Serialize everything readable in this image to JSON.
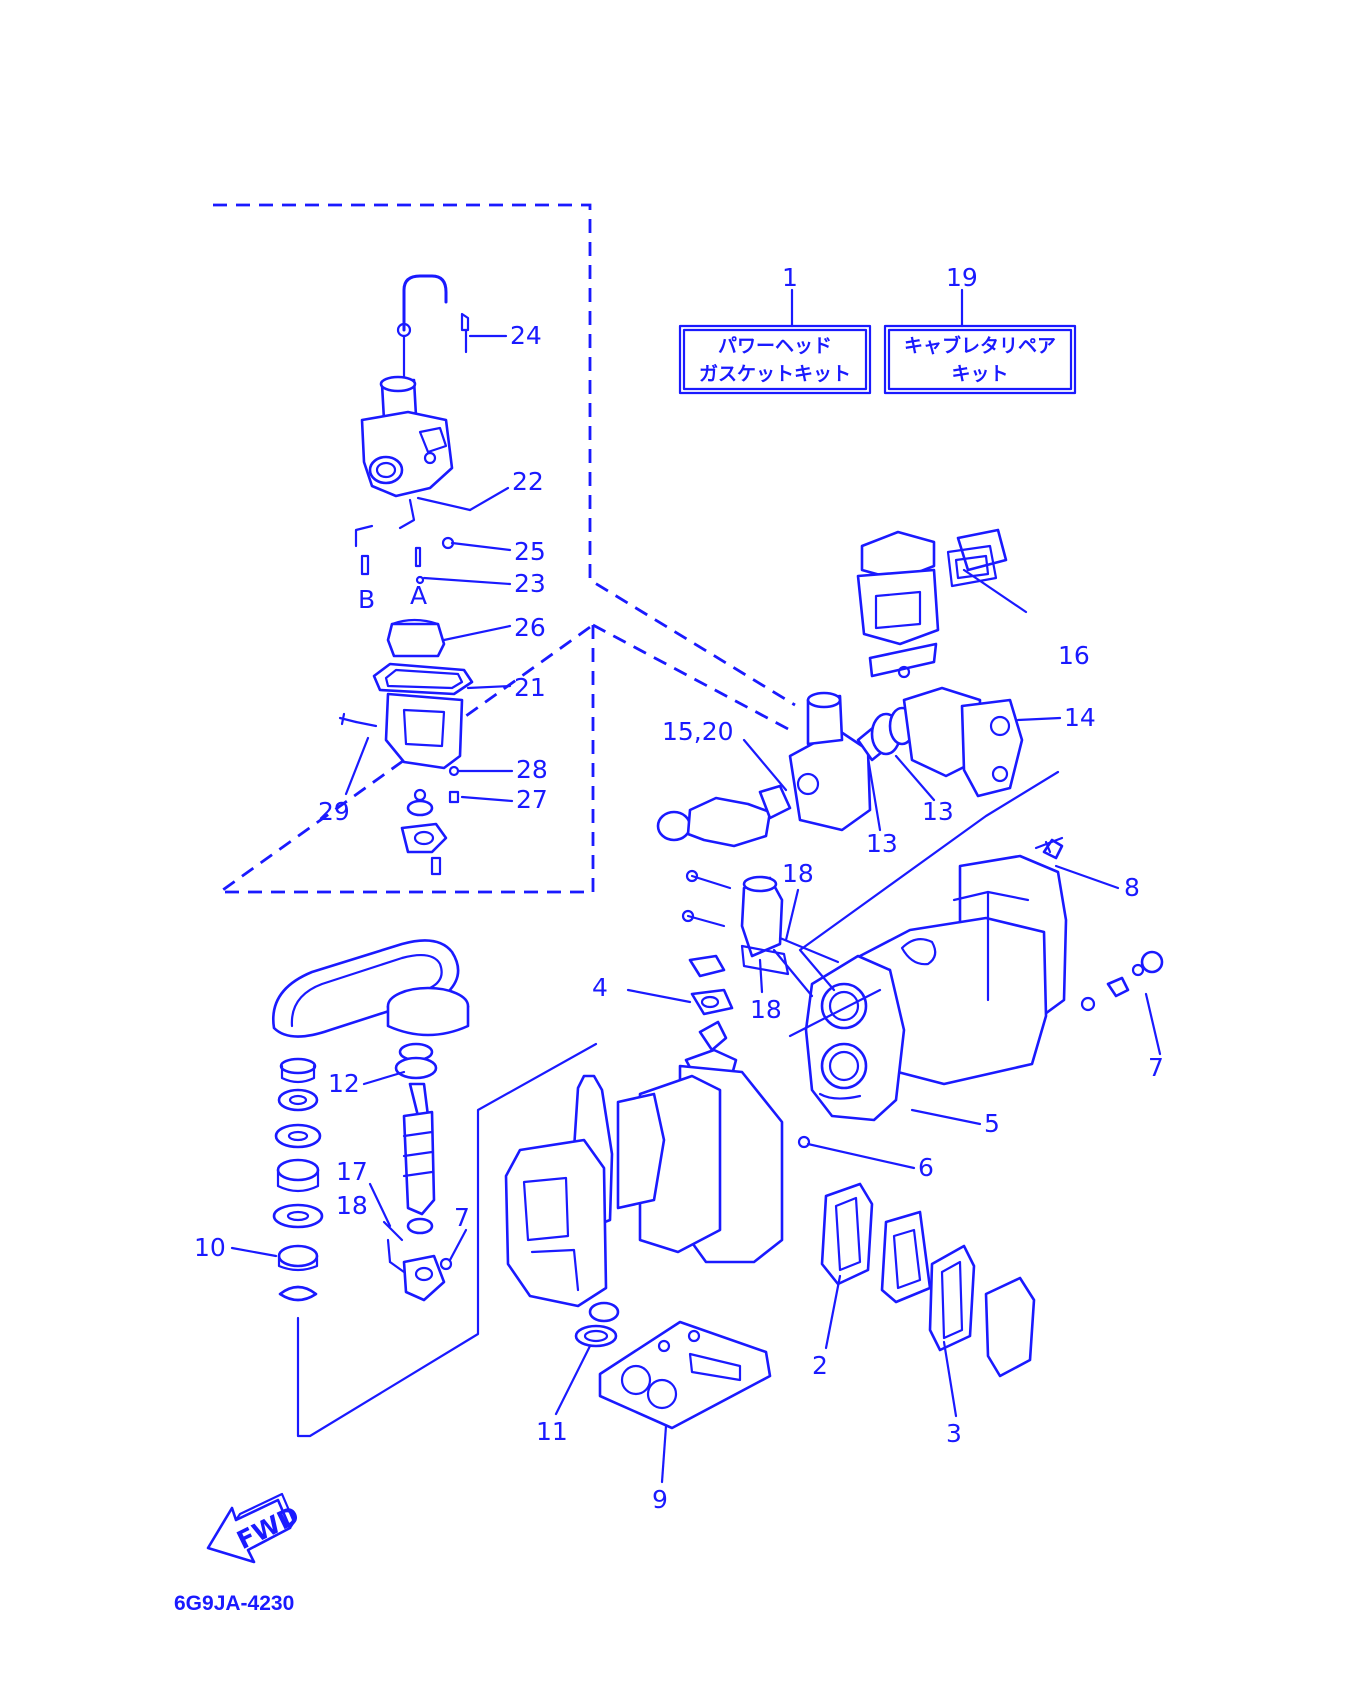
{
  "colors": {
    "ink": "#1a1aff",
    "background": "#ffffff"
  },
  "kits": [
    {
      "number": "1",
      "line1": "パワーヘッド",
      "line2": "ガスケットキット"
    },
    {
      "number": "19",
      "line1": "キャブレタリペア",
      "line2": "キット"
    }
  ],
  "callouts": {
    "c24": "24",
    "c22": "22",
    "c25": "25",
    "c23": "23",
    "c26": "26",
    "c21": "21",
    "c28": "28",
    "c27": "27",
    "c29": "29",
    "c16": "16",
    "c14": "14",
    "c15_20": "15,20",
    "c13a": "13",
    "c13b": "13",
    "c8": "8",
    "c18a": "18",
    "c18b": "18",
    "c4": "4",
    "c7a": "7",
    "c5": "5",
    "c12": "12",
    "c6": "6",
    "c17": "17",
    "c18c": "18",
    "c7b": "7",
    "c10": "10",
    "c2": "2",
    "c3": "3",
    "c11": "11",
    "c9": "9"
  },
  "arrow_text": "FWD",
  "drawing_code": "6G9JA-4230"
}
